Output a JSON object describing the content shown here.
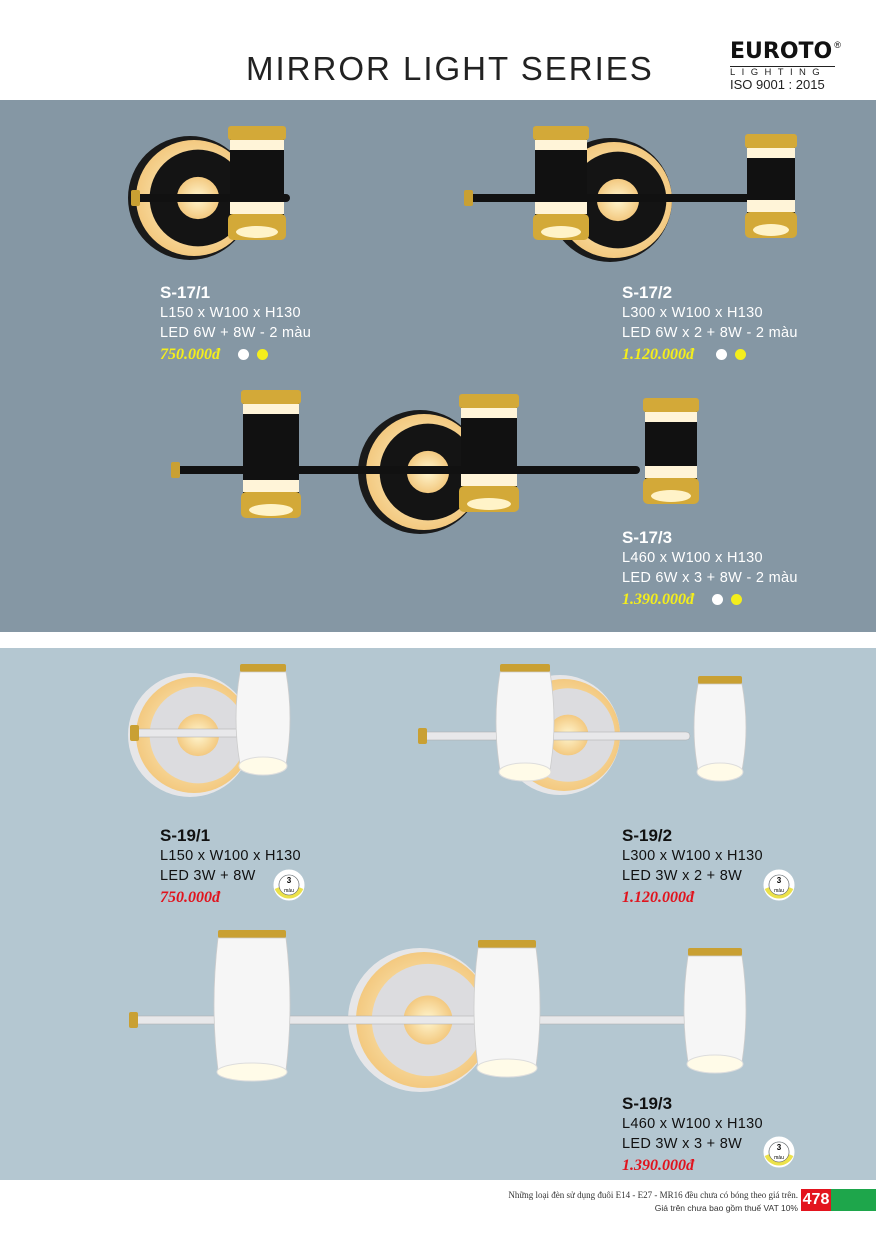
{
  "header": {
    "title": "MIRROR LIGHT SERIES",
    "logo": {
      "brand": "EUROTO",
      "registered": "®",
      "subtitle": "LIGHTING",
      "certification": "ISO 9001 : 2015"
    }
  },
  "products": [
    {
      "code": "S-17/1",
      "dimensions": "L150 x W100 x H130",
      "power": "LED 6W + 8W - 2 màu",
      "price": "750.000đ",
      "colors": [
        "#ffffff",
        "#f4ee1c"
      ]
    },
    {
      "code": "S-17/2",
      "dimensions": "L300 x W100 x H130",
      "power": "LED 6W x 2 + 8W - 2 màu",
      "price": "1.120.000đ",
      "colors": [
        "#ffffff",
        "#f4ee1c"
      ]
    },
    {
      "code": "S-17/3",
      "dimensions": "L460 x W100 x H130",
      "power": "LED 6W x 3 + 8W - 2 màu",
      "price": "1.390.000đ",
      "colors": [
        "#ffffff",
        "#f4ee1c"
      ]
    },
    {
      "code": "S-19/1",
      "dimensions": "L150 x W100 x H130",
      "power": "LED 3W + 8W",
      "price": "750.000đ",
      "badge": {
        "number": "3",
        "label": "màu"
      }
    },
    {
      "code": "S-19/2",
      "dimensions": "L300 x W100 x H130",
      "power": "LED 3W x 2 + 8W",
      "price": "1.120.000đ",
      "badge": {
        "number": "3",
        "label": "màu"
      }
    },
    {
      "code": "S-19/3",
      "dimensions": "L460 x W100 x H130",
      "power": "LED 3W x 3 + 8W",
      "price": "1.390.000đ",
      "badge": {
        "number": "3",
        "label": "màu"
      }
    }
  ],
  "footer": {
    "note": "Những loại đèn sử dụng đuôi E14 - E27 - MR16 đều chưa có bóng theo giá trên.",
    "vat": "Giá trên chưa bao gồm thuế VAT 10%",
    "page": "478"
  }
}
